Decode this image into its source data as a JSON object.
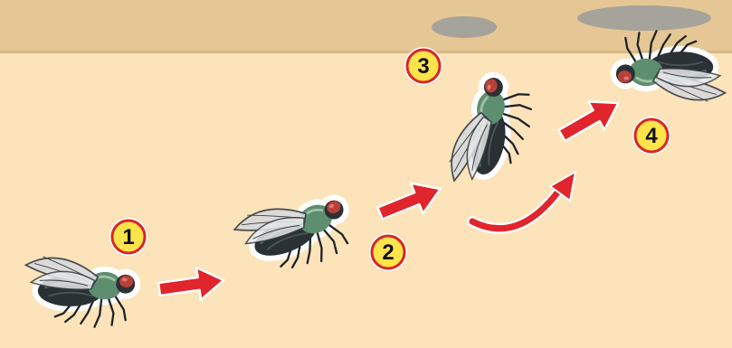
{
  "diagram": {
    "colors": {
      "background": "#FCE3BA",
      "ceiling": "#E5C795",
      "ceiling_edge": "#D9B985",
      "shadow": "#A6A39A",
      "arrow": "#E0252D",
      "badge_fill": "#FCE44A",
      "badge_ring": "#D8262B",
      "fly_body": "#2A3134",
      "fly_thorax": "#5E8E70",
      "fly_eye": "#B8413A",
      "wing": "#D9DADB"
    },
    "steps": [
      {
        "label": "1",
        "pose": "standing"
      },
      {
        "label": "2",
        "pose": "taking-off"
      },
      {
        "label": "3",
        "pose": "flying-upright"
      },
      {
        "label": "4",
        "pose": "landed-upside-down-on-ceiling"
      }
    ]
  }
}
